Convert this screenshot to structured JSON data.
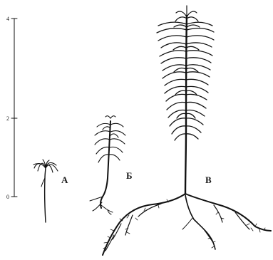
{
  "scale": {
    "ticks": [
      {
        "value": 0,
        "label": "0"
      },
      {
        "value": 2,
        "label": "2"
      },
      {
        "value": 4,
        "label": "4"
      }
    ]
  },
  "seedlings": [
    {
      "key": "a",
      "label": "А"
    },
    {
      "key": "b",
      "label": "Б"
    },
    {
      "key": "v",
      "label": "В"
    }
  ],
  "colors": {
    "ink": "#111111",
    "background": "#ffffff"
  }
}
